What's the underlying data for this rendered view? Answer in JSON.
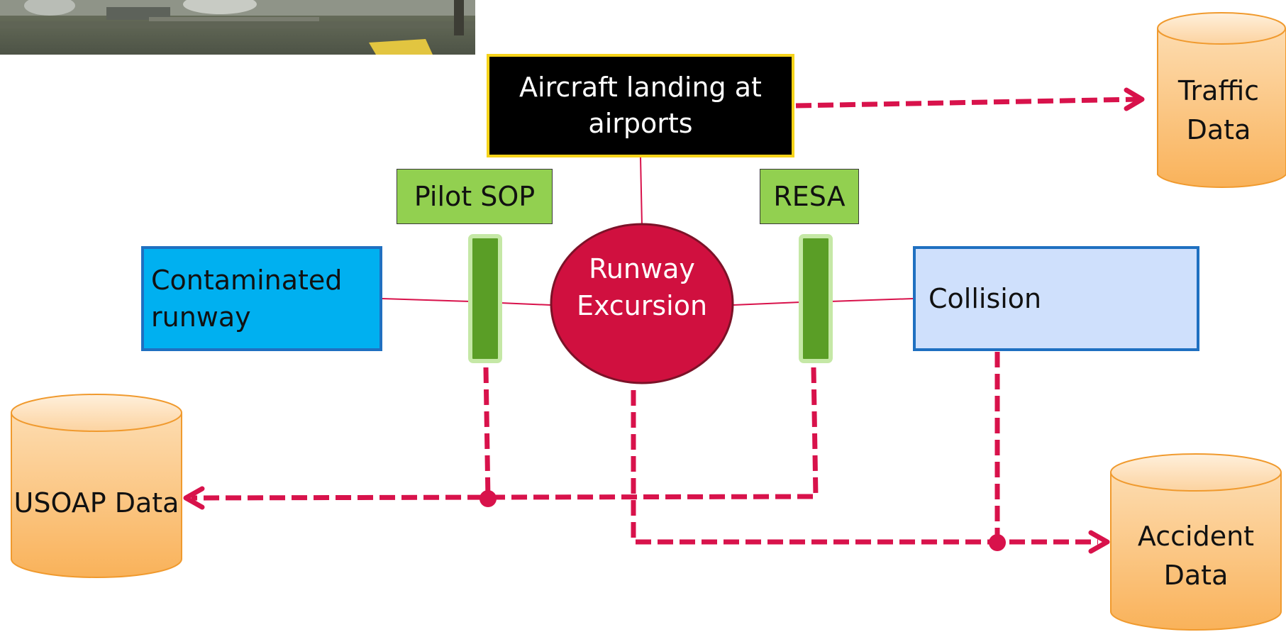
{
  "top_event": {
    "label": "Aircraft landing at airports"
  },
  "hazard": {
    "label": "Runway Excursion"
  },
  "threat": {
    "label": "Contaminated runway"
  },
  "consequence": {
    "label": "Collision"
  },
  "barriers": [
    {
      "label": "Pilot SOP"
    },
    {
      "label": "RESA"
    }
  ],
  "data_sources": {
    "traffic": {
      "label": "Traffic Data"
    },
    "usoap": {
      "label": "USOAP Data"
    },
    "accident": {
      "label": "Accident Data"
    }
  },
  "colors": {
    "top_event_fill": "#000000",
    "top_event_border": "#f6d31a",
    "barrier_fill": "#92d050",
    "barrier_bar": "#5a9e26",
    "threat_fill": "#00b0f0",
    "consequence_fill": "#cfe0fc",
    "box_border": "#1f70c1",
    "hazard_fill": "#d0103f",
    "connector": "#d8124b",
    "database_fill": "#fbbf6d"
  }
}
